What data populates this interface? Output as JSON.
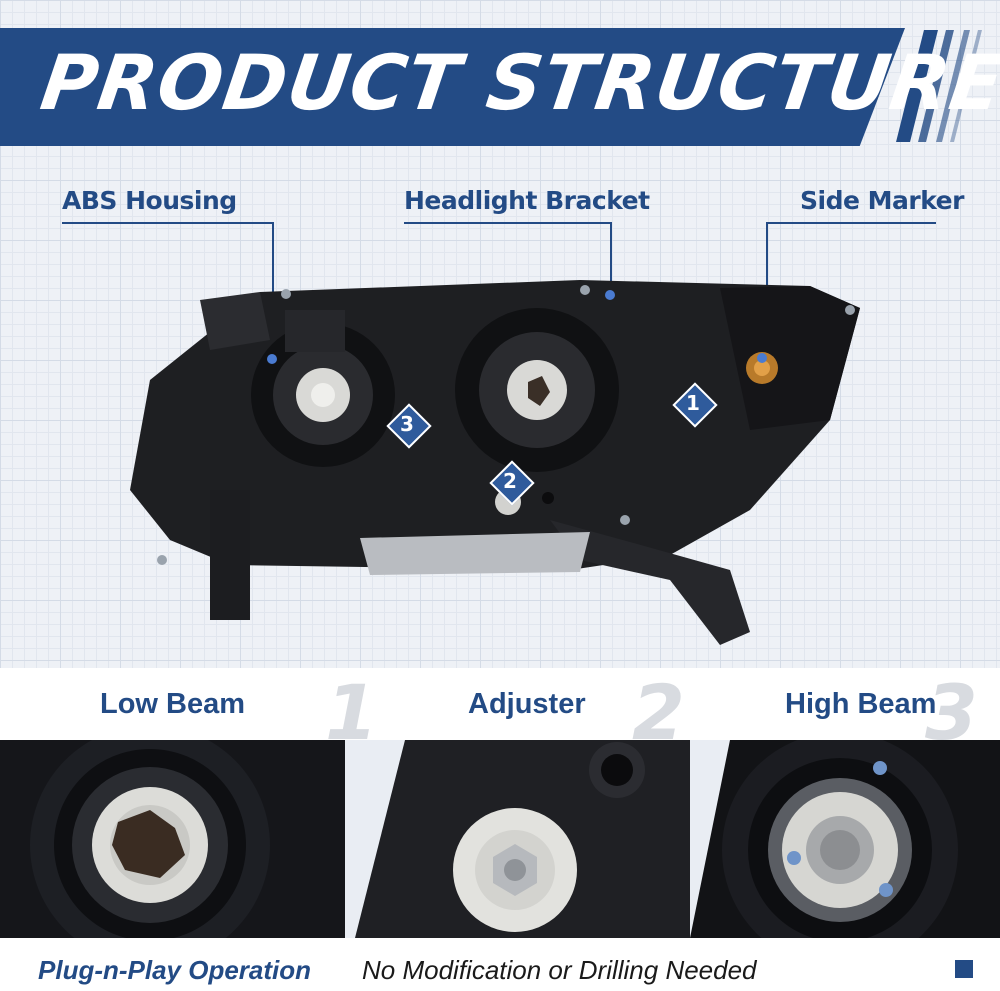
{
  "header": {
    "title": "PRODUCT STRUCTURE"
  },
  "callouts": {
    "abs_housing": "ABS Housing",
    "headlight_bracket": "Headlight Bracket",
    "side_marker": "Side Marker"
  },
  "markers": [
    "1",
    "2",
    "3"
  ],
  "features": [
    {
      "label": "Low Beam",
      "number": "1"
    },
    {
      "label": "Adjuster",
      "number": "2"
    },
    {
      "label": "High Beam",
      "number": "3"
    }
  ],
  "footer": {
    "tagline": "Plug-n-Play Operation",
    "subtext": "No Modification or Drilling Needed"
  },
  "colors": {
    "brand_blue": "#234b85",
    "housing": "#1e1f22"
  }
}
